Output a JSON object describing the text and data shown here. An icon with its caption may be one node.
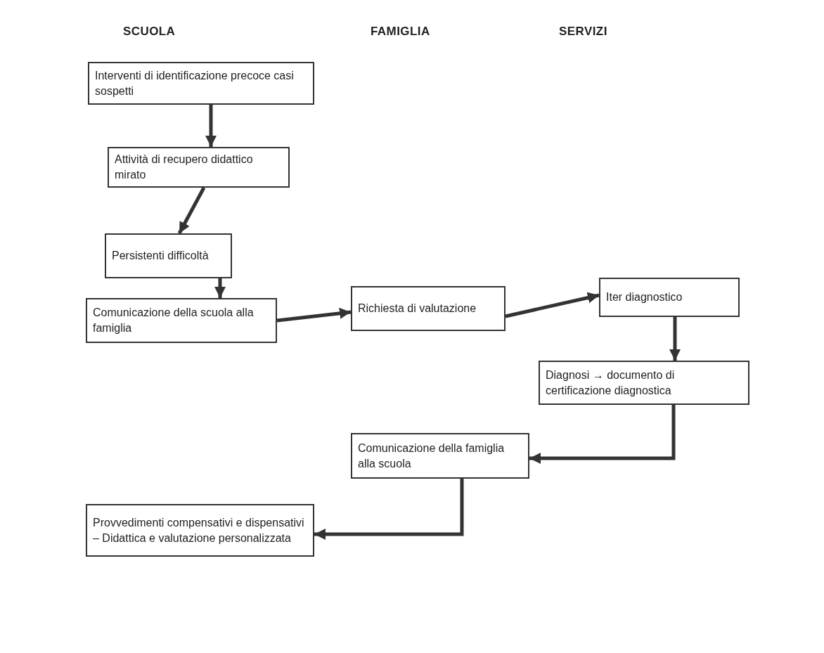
{
  "diagram": {
    "nodes": [
      {
        "text": [
          "Interventi di identificazione precoce casi sospetti"
        ]
      },
      {
        "text": [
          "Attività di recupero didattico mirato"
        ]
      },
      {
        "text": [
          "Persistenti difficoltà"
        ]
      },
      {
        "text": [
          "Comunicazione della scuola alla famiglia"
        ]
      },
      {
        "text": [
          "Richiesta di valutazione"
        ]
      },
      {
        "text": [
          "Iter diagnostico"
        ]
      },
      {
        "text": [
          "Diagnosi → documento di certificazione diagnostica"
        ]
      },
      {
        "text": [
          "Comunicazione della famiglia alla scuola"
        ]
      },
      {
        "text": [
          "Provvedimenti compensativi e dispensativi – Didattica e valutazione personalizzata"
        ]
      }
    ],
    "edges": [
      {
        "from": 0,
        "to": 1,
        "arrow": "to"
      },
      {
        "from": 1,
        "to": 2,
        "arrow": "to"
      },
      {
        "from": 2,
        "to": 3,
        "arrow": "to"
      },
      {
        "from": 3,
        "to": 4,
        "arrow": "to"
      },
      {
        "from": 4,
        "to": 5,
        "arrow": "to"
      },
      {
        "from": 5,
        "to": 6,
        "arrow": "to"
      },
      {
        "from": 6,
        "to": 7,
        "arrow": "to"
      },
      {
        "from": 7,
        "to": 8,
        "arrow": "to"
      }
    ],
    "labels": [
      "SCUOLA",
      "FAMIGLIA",
      "SERVIZI"
    ]
  }
}
